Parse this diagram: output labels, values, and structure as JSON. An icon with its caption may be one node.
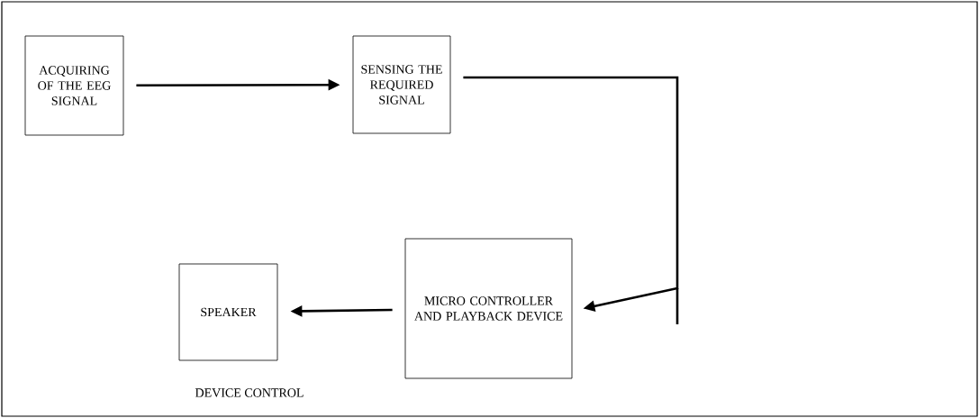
{
  "diagram": {
    "nodes": [
      {
        "text": [
          "ACQUIRING OF THE EEG SIGNAL"
        ]
      },
      {
        "text": [
          "SENSING THE REQUIRED SIGNAL"
        ]
      },
      {
        "text": [
          "SPEAKER"
        ]
      },
      {
        "text": [
          "MICRO CONTROLLER AND PLAYBACK DEVICE"
        ]
      }
    ],
    "edges": [
      {
        "from": 0,
        "to": 1,
        "arrow": "to"
      },
      {
        "from": 1,
        "to": 3,
        "arrow": "to"
      },
      {
        "from": 3,
        "to": 2,
        "arrow": "to"
      }
    ],
    "labels": [
      "DEVICE CONTROL"
    ]
  }
}
